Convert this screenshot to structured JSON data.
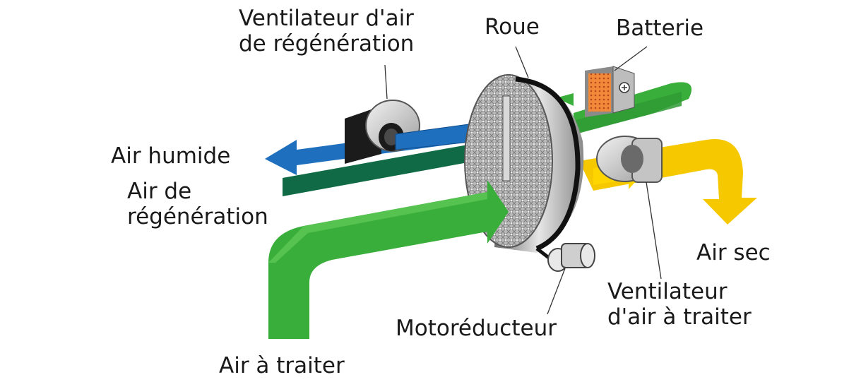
{
  "labels": {
    "regen_fan": [
      "Ventilateur d'air",
      "de régénération"
    ],
    "wheel": "Roue",
    "heater": "Batterie",
    "humid_air": "Air humide",
    "regen_air": [
      "Air de",
      "régénération"
    ],
    "dry_air": "Air sec",
    "process_fan": [
      "Ventilateur",
      "d'air à traiter"
    ],
    "gear_motor": "Motoréducteur",
    "process_air": "Air à traiter"
  },
  "colors": {
    "process_air_green": "#3aae3a",
    "regen_dark_green": "#0f6a45",
    "humid_blue": "#1f6fbf",
    "dry_yellow": "#f5c800",
    "heater_orange": "#e8752a",
    "metal_grey": "#a9a9a9"
  }
}
